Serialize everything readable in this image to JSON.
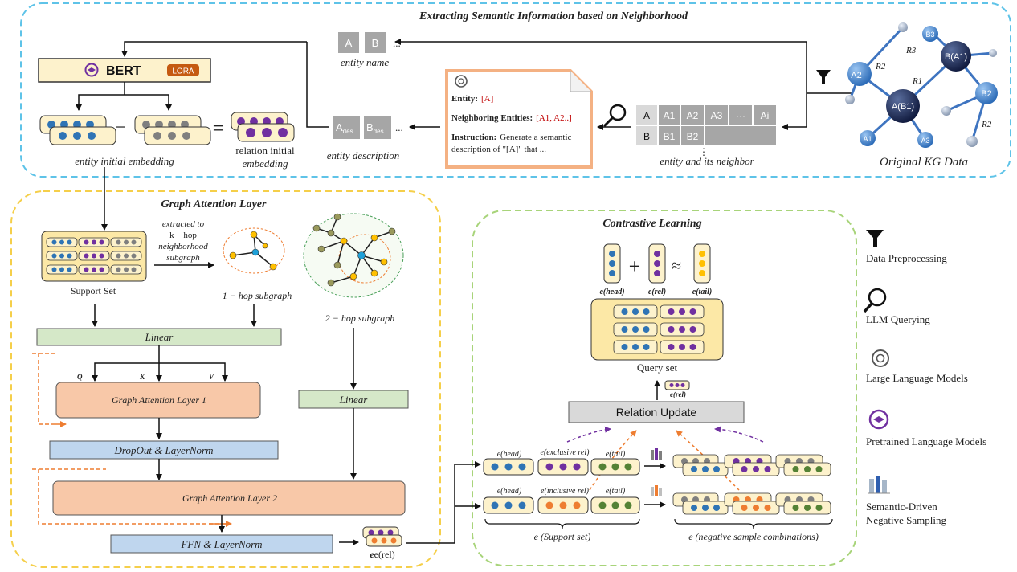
{
  "top_panel": {
    "title": "Extracting Semantic Information based on Neighborhood",
    "bert_label": "BERT",
    "lora_label": "LORA",
    "entity_name_label": "entity name",
    "entity_name_tokens": [
      "A",
      "B",
      "..."
    ],
    "entity_description_label": "entity description",
    "entity_desc_tokens": [
      "A",
      "des",
      "B",
      "des",
      "..."
    ],
    "entity_initial_embedding_label": "entity initial embedding",
    "relation_label_line1": "relation initial",
    "relation_label_line2": "embedding",
    "minus_sign": "−",
    "equals_sign": "=",
    "prompt": {
      "entity_key": "Entity:",
      "entity_val": "[A]",
      "neighbor_key": "Neighboring Entities:",
      "neighbor_val": "[A1, A2..]",
      "instruction_key": "Instruction:",
      "instruction_line1": "Generate a semantic",
      "instruction_line2": "description of \"[A]\" that ..."
    },
    "neighbor_table": {
      "row1": [
        "A",
        "A1",
        "A2",
        "A3",
        "···",
        "Ai"
      ],
      "row2": [
        "B",
        "B1",
        "B2"
      ],
      "ellipsis": "⋮",
      "label": "entity and its neighbor"
    },
    "kg": {
      "label": "Original  KG  Data",
      "nodes": [
        "A2",
        "B(A1)",
        "A(B1)",
        "B2",
        "A1",
        "A3",
        "B3"
      ],
      "relations": [
        "R2",
        "R3",
        "R1",
        "R2"
      ]
    }
  },
  "gat_panel": {
    "title": "Graph Attention Layer",
    "support_set_label": "Support Set",
    "extracted_text": [
      "extracted to",
      "k − hop",
      "neighborhood",
      "subgraph"
    ],
    "one_hop_label": "1 − hop  subgraph",
    "two_hop_label": "2 − hop  subgraph",
    "linear_label": "Linear",
    "linear2_label": "Linear",
    "q_label": "Q",
    "k_label": "K",
    "v_label": "V",
    "gal1_label": "Graph Attention Layer 1",
    "dropout_label": "DropOut & LayerNorm",
    "gal2_label": "Graph Attention Layer 2",
    "ffn_label": "FFN & LayerNorm",
    "erel_label": "e(rel)"
  },
  "cl_panel": {
    "title": "Contrastive Learning",
    "plus_sign": "+",
    "approx_sign": "≈",
    "e_head": "e(head)",
    "e_rel": "e(rel)",
    "e_tail": "e(tail)",
    "query_set_label": "Query set",
    "small_erel": "e(rel)",
    "relation_update_label": "Relation Update",
    "row1_labels": [
      "e(head)",
      "e(exclusive rel)",
      "e(tail)"
    ],
    "row2_labels": [
      "e(head)",
      "e(inclusive rel)",
      "e(tail)"
    ],
    "support_set_brace_label": "e (Support set)",
    "negative_label": "e (negative sample combinations)"
  },
  "legend": {
    "items": [
      {
        "icon": "funnel-icon",
        "label": "Data Preprocessing"
      },
      {
        "icon": "magnifier-icon",
        "label": "LLM  Querying"
      },
      {
        "icon": "openai-knot-icon",
        "label": "Large  Language  Models"
      },
      {
        "icon": "plm-layers-icon",
        "label": "Pretrained  Language  Models"
      },
      {
        "icon": "sampling-bars-icon",
        "label": "Semantic-Driven",
        "label2": "Negative Sampling"
      }
    ]
  },
  "colors": {
    "top_border": "#5ec3e8",
    "gat_border": "#f5cf4a",
    "cl_border": "#a8d47a",
    "blue_dot": "#2f74b5",
    "purple_dot": "#7030a0",
    "gray_dot": "#7f7f7f",
    "orange_dot": "#ee7d31",
    "green_dot": "#548235",
    "yellow_dot": "#ffc000",
    "cream_box": "#fdf2cc",
    "linear_fill": "#d5e8c8",
    "gal_fill": "#f8c8a8",
    "norm_fill": "#bfd6ee",
    "kg_node": "#3e7cc8",
    "kg_dark": "#1b2a55"
  }
}
